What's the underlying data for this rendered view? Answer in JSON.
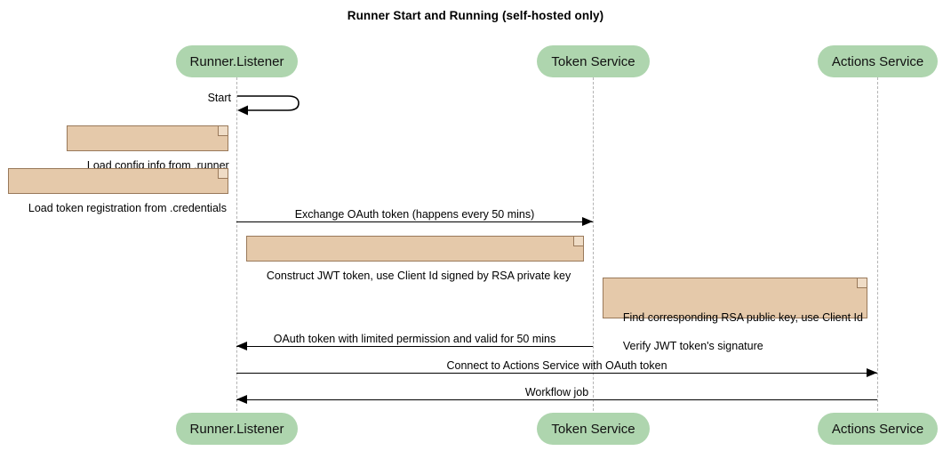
{
  "title": "Runner Start and Running (self-hosted only)",
  "colors": {
    "participant_fill": "#aed5ae",
    "note_fill": "#e5c9aa",
    "note_border": "#99795a",
    "note_fold": "#efdcc6",
    "lifeline": "#b3b3b3",
    "arrow": "#000000",
    "text": "#000000",
    "background": "#ffffff"
  },
  "participants": [
    {
      "id": "runner",
      "label": "Runner.Listener"
    },
    {
      "id": "token",
      "label": "Token Service"
    },
    {
      "id": "actions",
      "label": "Actions Service"
    }
  ],
  "participants_bottom": [
    {
      "id": "runner",
      "label": "Runner.Listener"
    },
    {
      "id": "token",
      "label": "Token Service"
    },
    {
      "id": "actions",
      "label": "Actions Service"
    }
  ],
  "self_messages": [
    {
      "id": "start",
      "label": "Start",
      "from": "runner",
      "to": "runner"
    }
  ],
  "notes": [
    {
      "id": "note-config",
      "text": "Load config info from .runner"
    },
    {
      "id": "note-credentials",
      "text": "Load token registration from .credentials"
    },
    {
      "id": "note-jwt",
      "text": "Construct JWT token, use Client Id signed by RSA private key"
    },
    {
      "id": "note-verify",
      "line1": "Find corresponding RSA public key, use Client Id",
      "line2": "Verify JWT token's signature"
    }
  ],
  "messages": [
    {
      "id": "msg-exchange",
      "label": "Exchange OAuth token (happens every 50 mins)",
      "from": "runner",
      "to": "token",
      "direction": "right"
    },
    {
      "id": "msg-oauth-return",
      "label": "OAuth token with limited permission and valid for 50 mins",
      "from": "token",
      "to": "runner",
      "direction": "left"
    },
    {
      "id": "msg-connect",
      "label": "Connect to Actions Service with OAuth token",
      "from": "runner",
      "to": "actions",
      "direction": "right"
    },
    {
      "id": "msg-workflow-job",
      "label": "Workflow job",
      "from": "actions",
      "to": "runner",
      "direction": "left"
    }
  ]
}
